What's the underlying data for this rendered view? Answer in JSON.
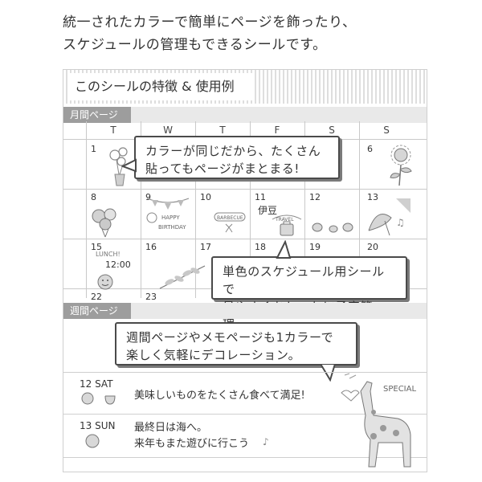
{
  "intro": {
    "line1": "統一されたカラーで簡単にページを飾ったり、",
    "line2": "スケジュールの管理もできるシールです。"
  },
  "features_title": "このシールの特徴 & 使用例",
  "month_section": {
    "label": "月間ページ",
    "weekdays": [
      "T",
      "W",
      "T",
      "F",
      "S",
      "S"
    ],
    "dates": [
      "1",
      "6",
      "8",
      "9",
      "10",
      "11",
      "12",
      "13",
      "15",
      "16",
      "17",
      "18",
      "19",
      "20",
      "22",
      "23"
    ],
    "note_izu": "伊豆",
    "lunch_sticker": "LUNCH!",
    "lunch_time": "12:00",
    "sticker_happy": "HAPPY BIRTHDAY",
    "sticker_barbecue": "BARBECUE",
    "sticker_travel": "TRAVEL"
  },
  "callouts": {
    "c1": "カラーが同じだから、たくさん\n貼ってもページがまとまる!",
    "c2": "単色のスケジュール用シールで\n見やすくおしゃれに予定管理。",
    "c3": "週間ページやメモページも1カラーで\n楽しく気軽にデコレーション。"
  },
  "week_section": {
    "label": "週間ページ",
    "special_sticker": "SPECIAL",
    "day1": {
      "date": "12 SAT",
      "text": "美味しいものをたくさん食べて満足!"
    },
    "day2": {
      "date": "13 SUN",
      "text": "最終日は海へ。\n来年もまた遊びに行こう"
    }
  },
  "colors": {
    "callout_border": "#4a4a4a",
    "section_label": "#9d9d9d",
    "band": "#e9e9e9"
  }
}
